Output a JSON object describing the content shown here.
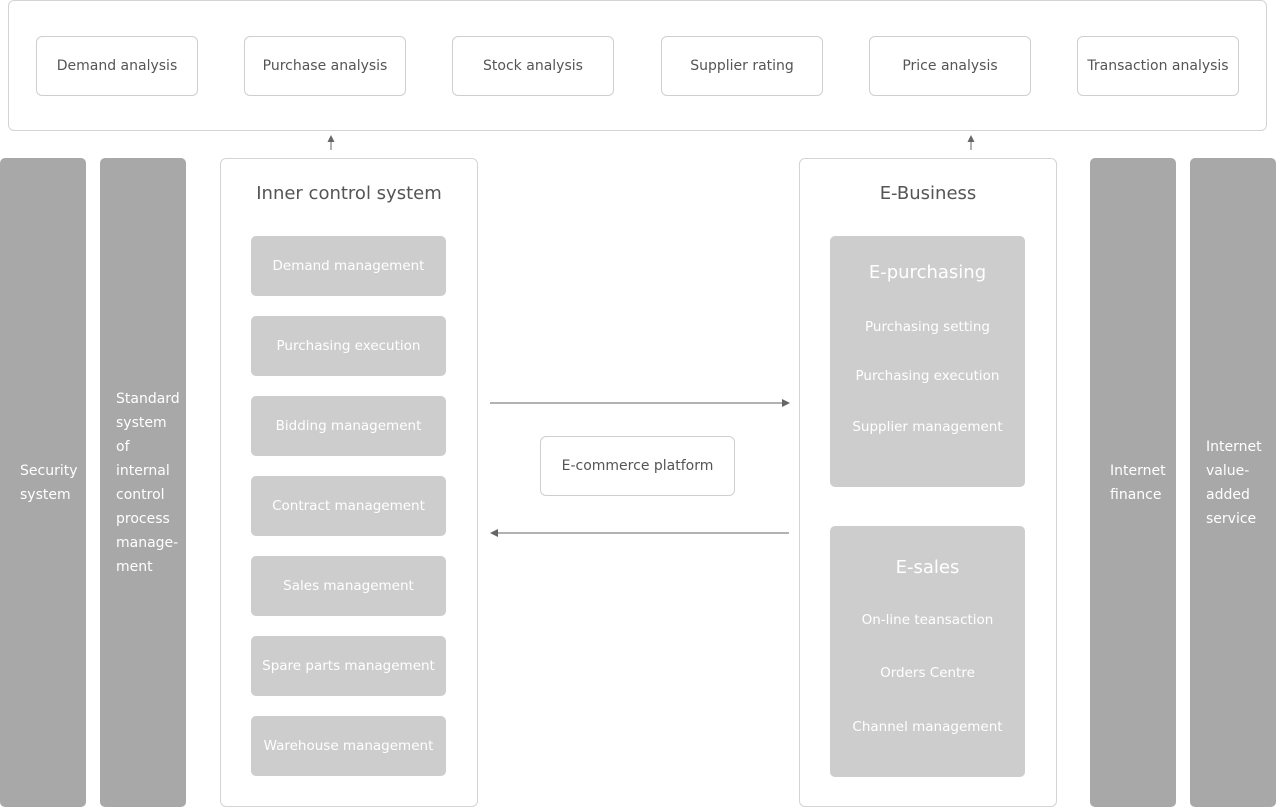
{
  "top_analysis": [
    "Demand analysis",
    "Purchase analysis",
    "Stock analysis",
    "Supplier rating",
    "Price analysis",
    "Transaction analysis"
  ],
  "side_left": {
    "security": "Security system",
    "standard": "Standard system of internal control process manage-ment"
  },
  "side_right": {
    "finance": "Internet finance",
    "value_added": "Internet value-added service"
  },
  "inner_control": {
    "title": "Inner control system",
    "items": [
      "Demand management",
      "Purchasing execution",
      "Bidding management",
      "Contract management",
      "Sales management",
      "Spare parts management",
      "Warehouse management"
    ]
  },
  "platform": "E-commerce platform",
  "e_business": {
    "title": "E-Business",
    "purchasing": {
      "title": "E-purchasing",
      "items": [
        "Purchasing setting",
        "Purchasing execution",
        "Supplier management"
      ]
    },
    "sales": {
      "title": "E-sales",
      "items": [
        "On-line teansaction",
        "Orders Centre",
        "Channel management"
      ]
    }
  },
  "colors": {
    "column_fill": "#a8a8a8",
    "item_fill": "#cdcdcd",
    "border": "#d4d4d4",
    "text": "#555555",
    "arrow": "#666666"
  }
}
